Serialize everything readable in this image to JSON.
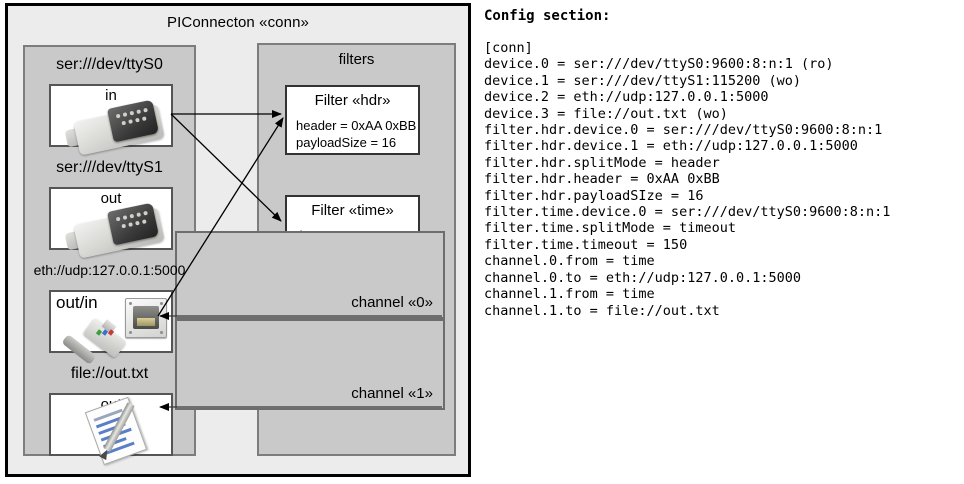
{
  "diagram": {
    "title": "PIConnecton «conn»",
    "devices_panel": {
      "devices": [
        {
          "caption": "ser:///dev/ttyS0",
          "label": "in",
          "icon": "serial-port-icon"
        },
        {
          "caption": "ser:///dev/ttyS1",
          "label": "out",
          "icon": "serial-port-icon"
        },
        {
          "caption": "eth://udp:127.0.0.1:5000",
          "label": "out/in",
          "icon": "ethernet-socket-icon"
        },
        {
          "caption": "file://out.txt",
          "label": "out",
          "icon": "text-document-icon"
        }
      ]
    },
    "filters_panel": {
      "title": "filters",
      "filters": [
        {
          "title": "Filter «hdr»",
          "lines": [
            "header = 0xAA 0xBB",
            "payloadSize = 16"
          ]
        },
        {
          "title": "Filter «time»",
          "lines": [
            "timeout = 150 ms"
          ]
        }
      ],
      "channels": [
        {
          "label": "channel «0»"
        },
        {
          "label": "channel «1»"
        }
      ]
    }
  },
  "config": {
    "heading": "Config section:",
    "text": "[conn]\ndevice.0 = ser:///dev/ttyS0:9600:8:n:1 (ro)\ndevice.1 = ser:///dev/ttyS1:115200 (wo)\ndevice.2 = eth://udp:127.0.0.1:5000\ndevice.3 = file://out.txt (wo)\nfilter.hdr.device.0 = ser:///dev/ttyS0:9600:8:n:1\nfilter.hdr.device.1 = eth://udp:127.0.0.1:5000\nfilter.hdr.splitMode = header\nfilter.hdr.header = 0xAA 0xBB\nfilter.hdr.payloadSIze = 16\nfilter.time.device.0 = ser:///dev/ttyS0:9600:8:n:1\nfilter.time.splitMode = timeout\nfilter.time.timeout = 150\nchannel.0.from = time\nchannel.0.to = eth://udp:127.0.0.1:5000\nchannel.1.from = time\nchannel.1.to = file://out.txt"
  },
  "colors": {
    "frame_border": "#000000",
    "outer_panel_bg": "#ececec",
    "panel_bg": "#c9c9c9",
    "panel_border": "#7d7d7d",
    "box_bg": "#ffffff",
    "box_border": "#555555",
    "wire": "#000000"
  }
}
